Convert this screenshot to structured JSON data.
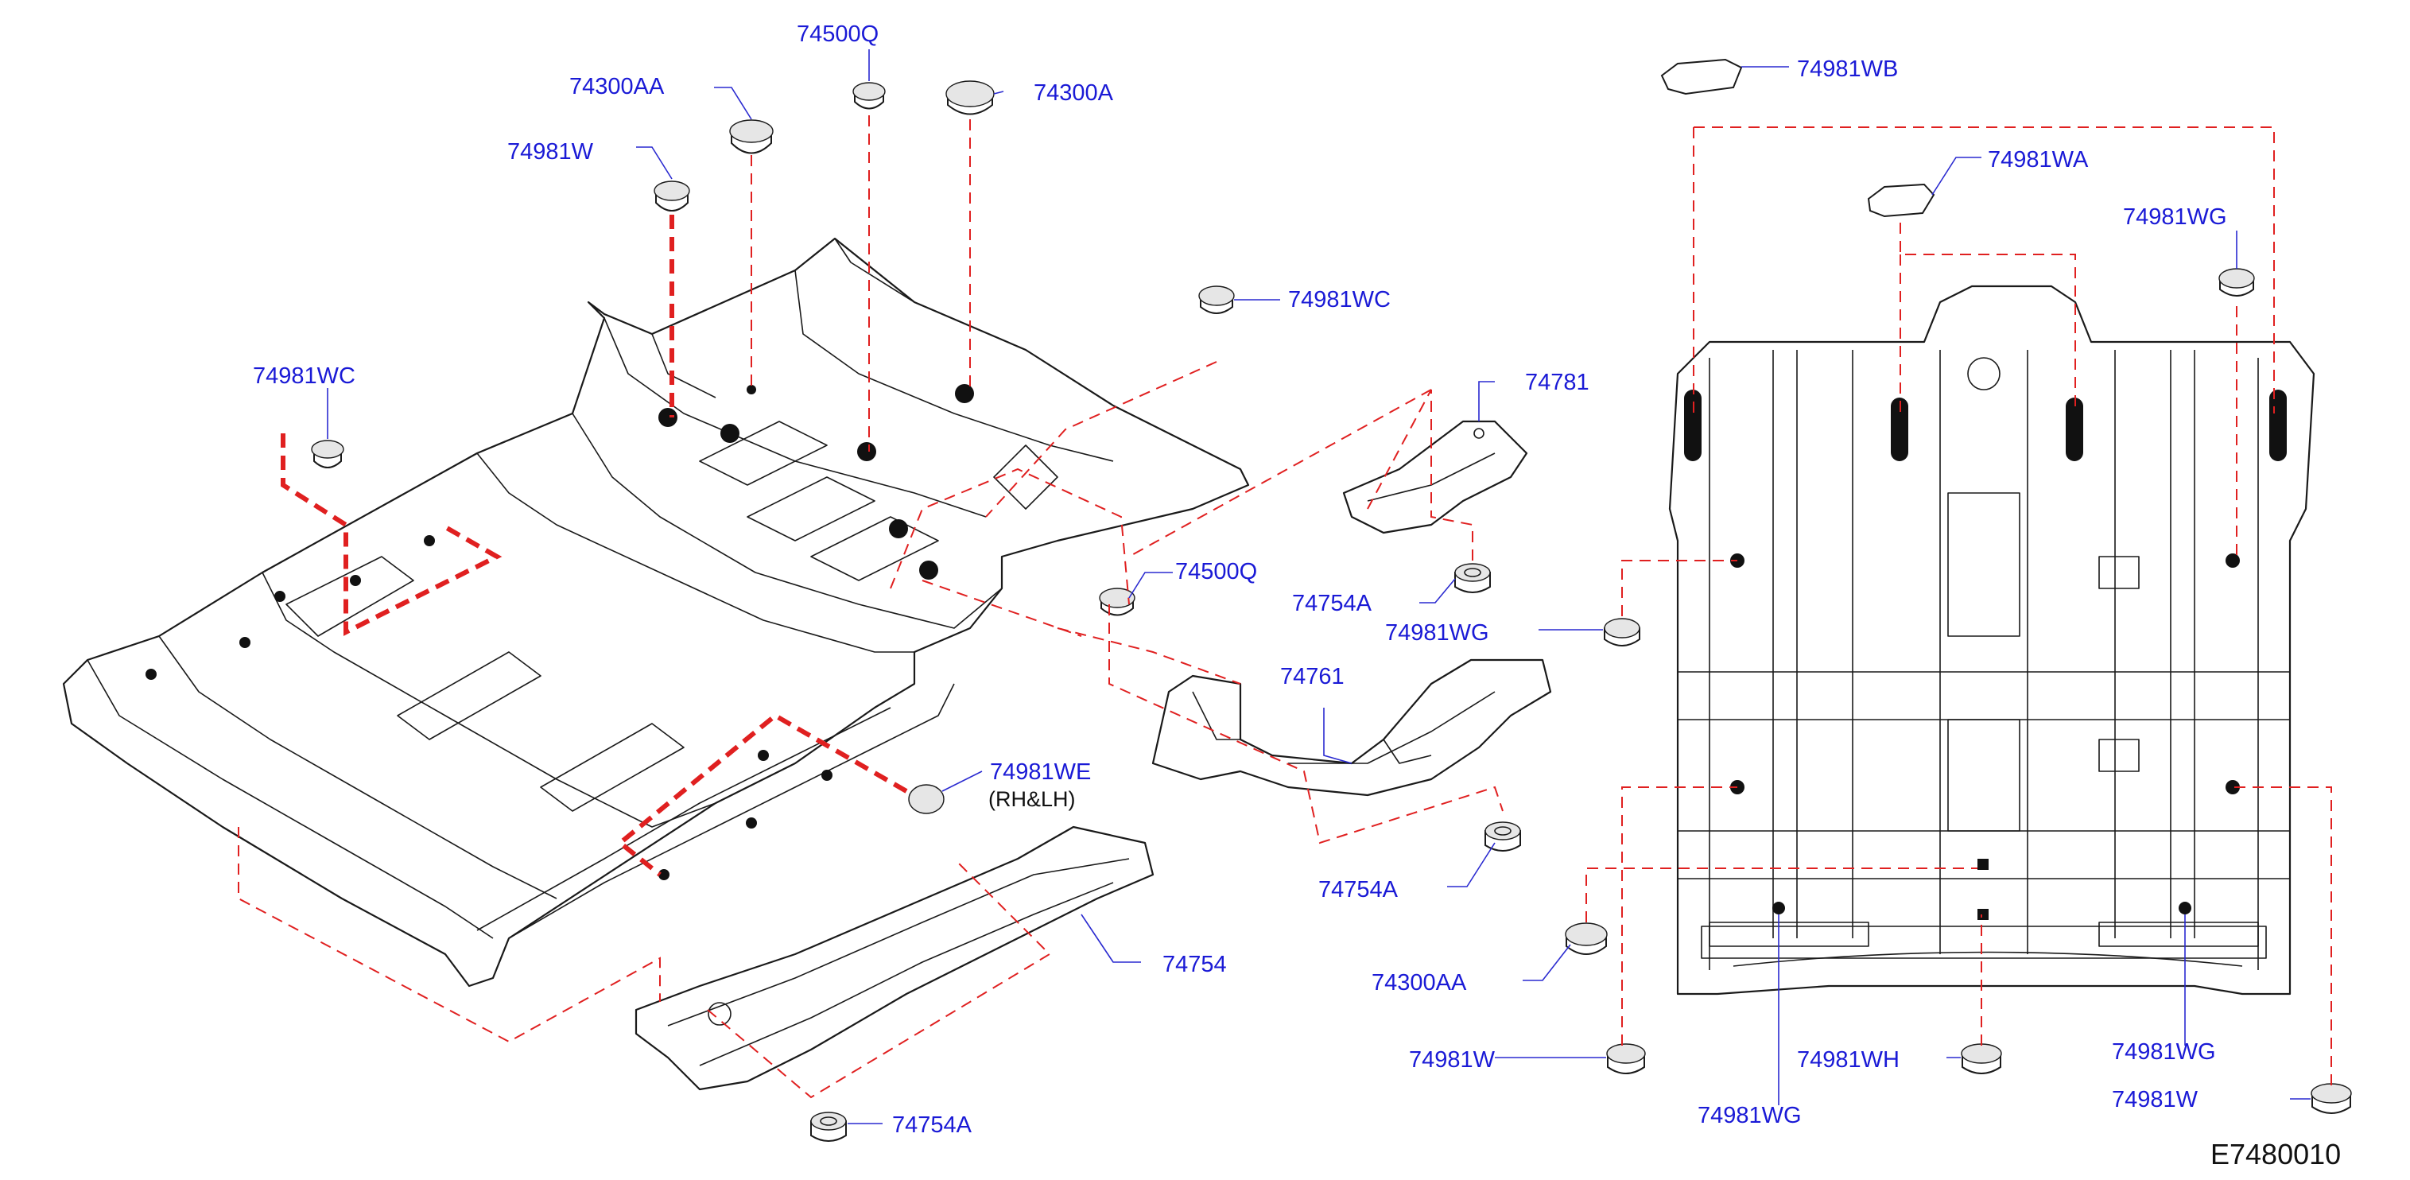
{
  "figure_id": "E7480010",
  "callouts": {
    "c_74500Q_top": "74500Q",
    "c_74300AA_top": "74300AA",
    "c_74300A": "74300A",
    "c_74981W_top": "74981W",
    "c_74981WC_right": "74981WC",
    "c_74981WC_left": "74981WC",
    "c_74781": "74781",
    "c_74500Q_mid": "74500Q",
    "c_74754A_upper": "74754A",
    "c_74981WG_mid": "74981WG",
    "c_74761": "74761",
    "c_74981WE": "74981WE",
    "c_rh_lh": "(RH&LH)",
    "c_74754": "74754",
    "c_74754A_mid": "74754A",
    "c_74754A_bottom": "74754A",
    "c_74981WB": "74981WB",
    "c_74981WA": "74981WA",
    "c_74981WG_right": "74981WG",
    "c_74300AA_bottom": "74300AA",
    "c_74981W_bottom": "74981W",
    "c_74981WH": "74981WH",
    "c_74981WG_low_right": "74981WG",
    "c_74981WG_bottom": "74981WG",
    "c_74981W_far_right": "74981W"
  },
  "colors": {
    "callout_text": "#1a1ad6",
    "dashed_guide": "#e02020",
    "line_art": "#1a1a1a"
  }
}
